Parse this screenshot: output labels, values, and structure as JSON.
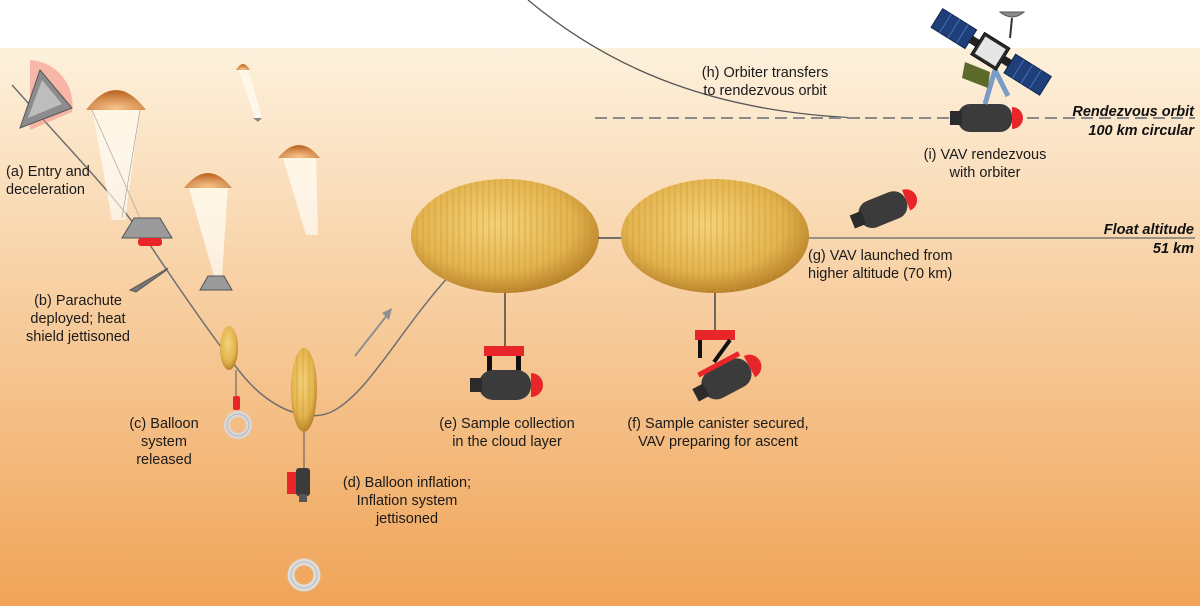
{
  "colors": {
    "sky_top": "#fdf1dc",
    "sky_bottom": "#f0a458",
    "balloon": "#e3b34e",
    "vav_body": "#3b3b3b",
    "accent_red": "#e8262a",
    "trajectory": "#6f6f6f"
  },
  "stages": {
    "a": "(a) Entry and\ndeceleration",
    "b": "(b) Parachute\ndeployed; heat\nshield jettisoned",
    "c": "(c) Balloon\nsystem\nreleased",
    "d": "(d) Balloon inflation;\nInflation system\njettisoned",
    "e": "(e) Sample collection\nin the cloud layer",
    "f": "(f) Sample canister secured,\nVAV preparing for ascent",
    "g": "(g) VAV launched from\nhigher altitude (70 km)",
    "h": "(h) Orbiter transfers\nto rendezvous orbit",
    "i": "(i) VAV rendezvous\nwith orbiter"
  },
  "altitudes": {
    "rendezvous_title": "Rendezvous orbit",
    "rendezvous_value": "100 km circular",
    "float_title": "Float altitude",
    "float_value": "51 km"
  }
}
